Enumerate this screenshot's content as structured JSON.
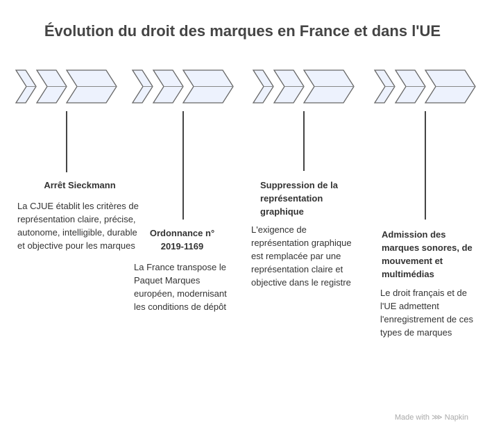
{
  "title": "Évolution du droit des marques en France et dans l'UE",
  "colors": {
    "chevron_fill": "#edf2fd",
    "chevron_stroke": "#666666",
    "line": "#444444"
  },
  "events": [
    {
      "title": "Arrêt Sieckmann",
      "description": "La CJUE établit les critères de représentation claire, précise, autonome, intelligible, durable et objective pour les marques"
    },
    {
      "title": "Ordonnance n° 2019-1169",
      "description": "La France transpose le Paquet Marques européen, modernisant les conditions de dépôt"
    },
    {
      "title": "Suppression de la représentation graphique",
      "description": "L'exigence de représentation graphique est remplacée par une représentation claire et objective dans le registre"
    },
    {
      "title": "Admission des marques sonores, de mouvement et multimédias",
      "description": "Le droit français et de l'UE admettent l'enregistrement de ces types de marques"
    }
  ],
  "footer": {
    "label": "Made with",
    "brand": "Napkin"
  }
}
